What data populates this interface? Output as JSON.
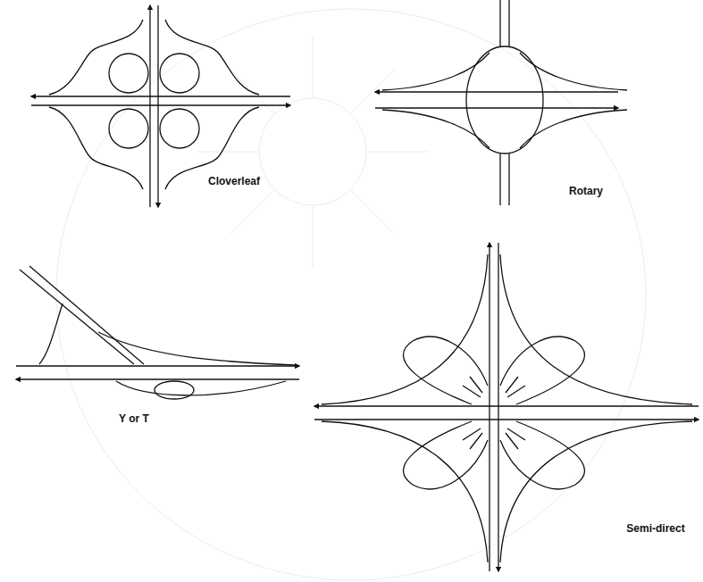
{
  "diagram": {
    "labels": [
      "Cloverleaf",
      "Rotary",
      "Y or T",
      "Semi-direct"
    ]
  }
}
